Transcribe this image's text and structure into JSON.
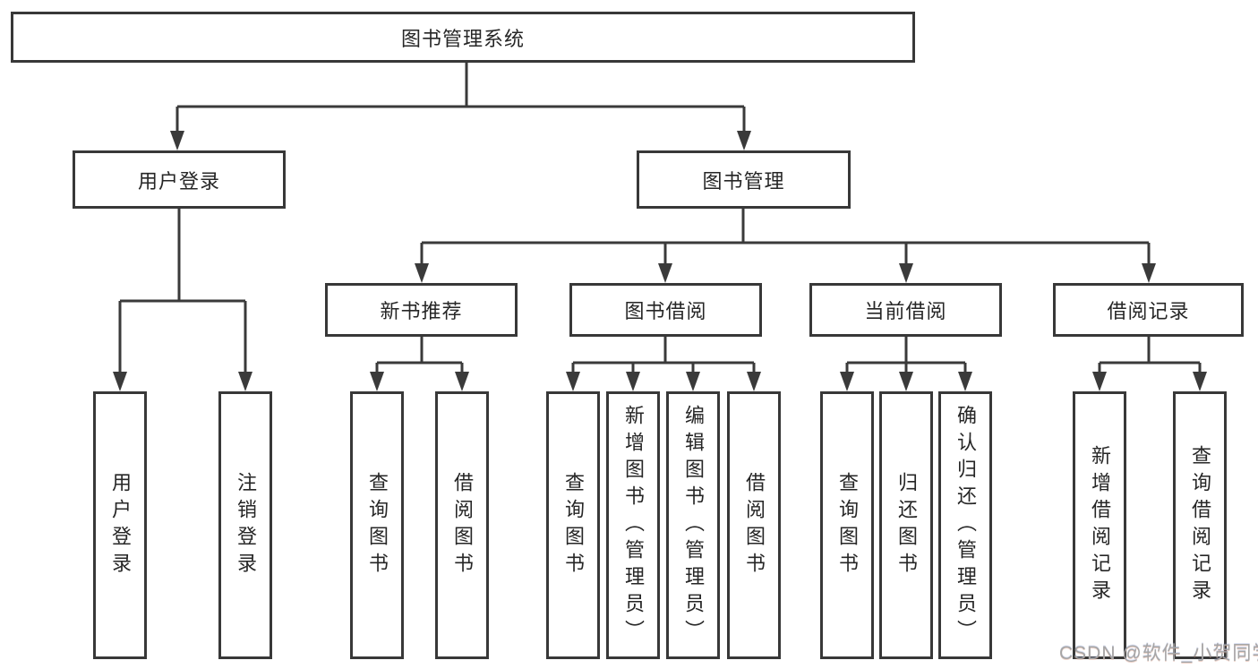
{
  "tree": {
    "label": "图书管理系统",
    "children": [
      {
        "label": "用户登录",
        "children": [
          {
            "label": "用户登录"
          },
          {
            "label": "注销登录"
          }
        ]
      },
      {
        "label": "图书管理",
        "children": [
          {
            "label": "新书推荐",
            "children": [
              {
                "label": "查询图书"
              },
              {
                "label": "借阅图书"
              }
            ]
          },
          {
            "label": "图书借阅",
            "children": [
              {
                "label": "查询图书"
              },
              {
                "label": "新增图书（管理员）"
              },
              {
                "label": "编辑图书（管理员）"
              },
              {
                "label": "借阅图书"
              }
            ]
          },
          {
            "label": "当前借阅",
            "children": [
              {
                "label": "查询图书"
              },
              {
                "label": "归还图书"
              },
              {
                "label": "确认归还（管理员）"
              }
            ]
          },
          {
            "label": "借阅记录",
            "children": [
              {
                "label": "新增借阅记录"
              },
              {
                "label": "查询借阅记录"
              }
            ]
          }
        ]
      }
    ]
  },
  "watermark": "CSDN @软件_小贺同学",
  "colors": {
    "line": "#3a3a3a",
    "box_border": "#383838",
    "box_fill": "#ffffff",
    "text": "#262626",
    "watermark": "#a6a6a6"
  }
}
